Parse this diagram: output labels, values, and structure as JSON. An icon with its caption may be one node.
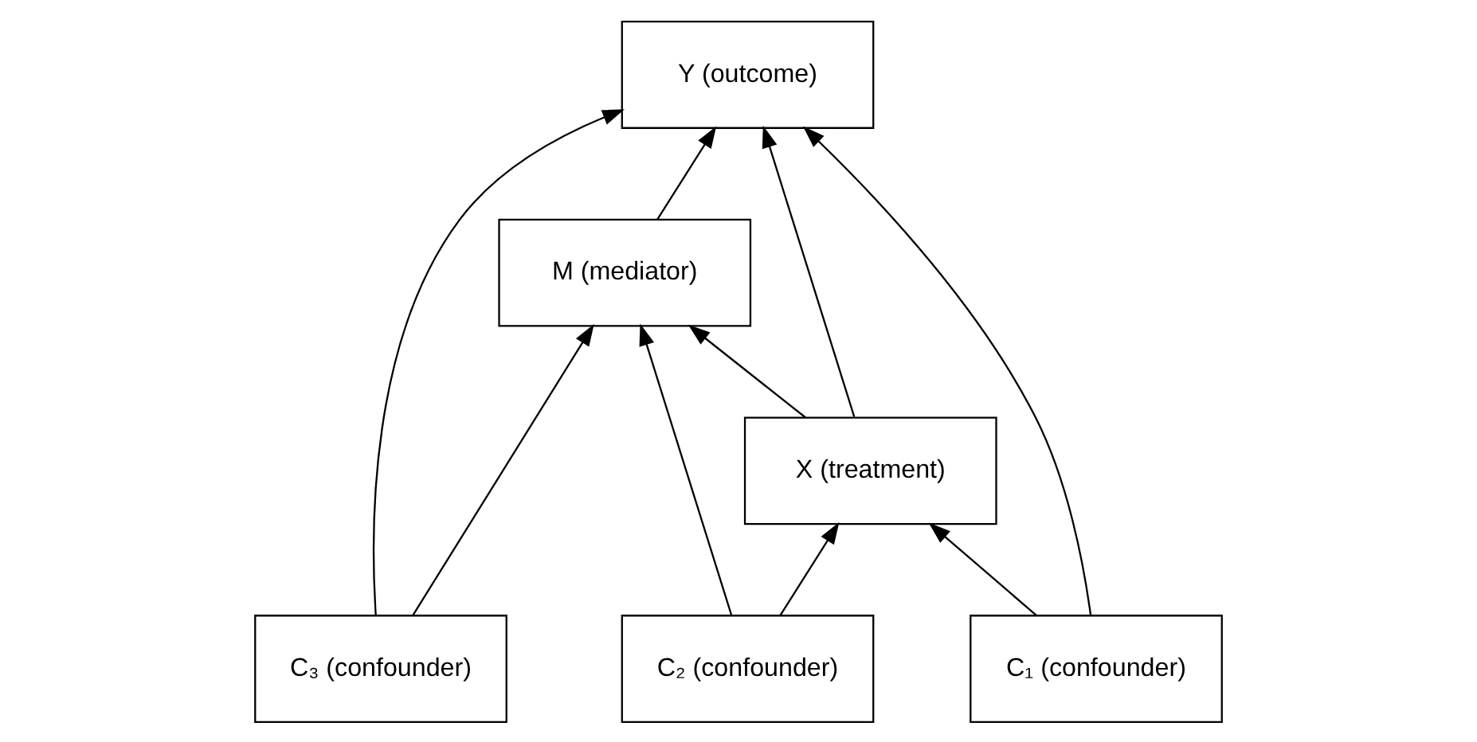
{
  "diagram": {
    "nodes": [
      {
        "text": [
          "X (treatment)"
        ]
      },
      {
        "text": [
          "Y (outcome)"
        ]
      },
      {
        "text": [
          "M (mediator)"
        ]
      },
      {
        "text": [
          "C₁ (confounder)"
        ]
      },
      {
        "text": [
          "C₃ (confounder)"
        ]
      },
      {
        "text": [
          "C₂ (confounder)"
        ]
      }
    ],
    "edges": [
      {
        "from": 0,
        "to": 1,
        "arrow": "to"
      },
      {
        "from": 0,
        "to": 2,
        "arrow": "to"
      },
      {
        "from": 2,
        "to": 1,
        "arrow": "to"
      },
      {
        "from": 5,
        "to": 0,
        "arrow": "to"
      },
      {
        "from": 5,
        "to": 2,
        "arrow": "to"
      },
      {
        "from": 3,
        "to": 0,
        "arrow": "to"
      },
      {
        "from": 3,
        "to": 1,
        "arrow": "to"
      },
      {
        "from": 4,
        "to": 2,
        "arrow": "to"
      },
      {
        "from": 4,
        "to": 1,
        "arrow": "to"
      }
    ]
  }
}
